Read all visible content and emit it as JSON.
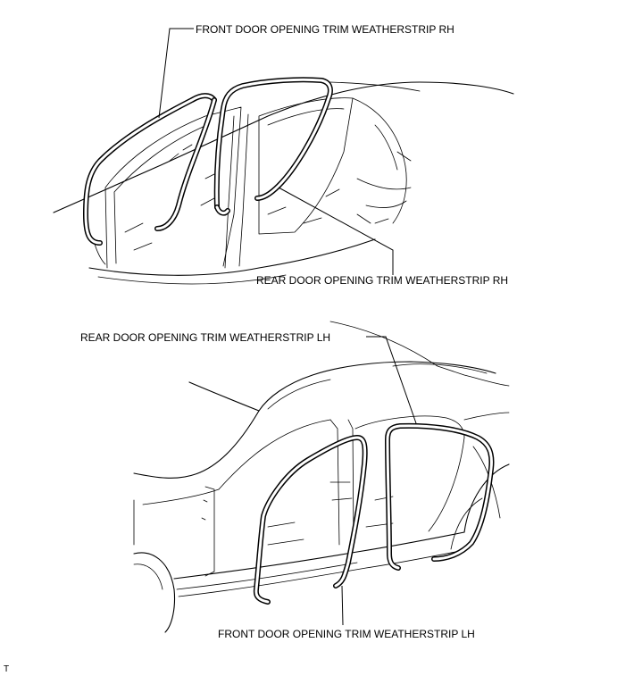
{
  "diagram": {
    "top_view": {
      "front_strip_label": "FRONT DOOR OPENING TRIM WEATHERSTRIP RH",
      "rear_strip_label": "REAR DOOR OPENING TRIM WEATHERSTRIP RH"
    },
    "bottom_view": {
      "rear_strip_label": "REAR DOOR OPENING TRIM WEATHERSTRIP LH",
      "front_strip_label": "FRONT DOOR OPENING TRIM WEATHERSTRIP LH"
    },
    "corner_mark": "T"
  }
}
